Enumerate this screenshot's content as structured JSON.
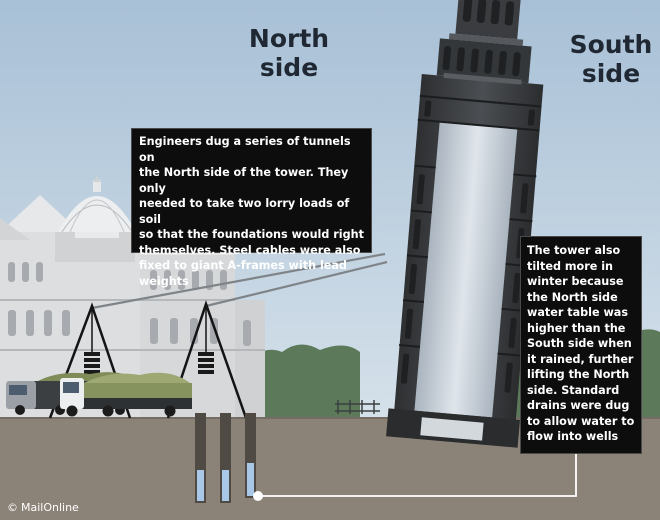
{
  "headings": {
    "north": [
      "North",
      "side"
    ],
    "south": [
      "South",
      "side"
    ]
  },
  "callouts": {
    "tunnels": "Engineers dug a series of tunnels on\nthe North side of the tower. They only\nneeded to take two lorry loads of soil\nso that the foundations would right\nthemselves.  Steel cables were also\nfixed to giant A-frames with lead\nweights",
    "water_table": "The tower also\ntilted more in\nwinter because\nthe North side\nwater table was\nhigher than the\nSouth side when\nit rained, further\nlifting the North\nside. Standard\ndrains were dug\nto allow water to\nflow into wells"
  },
  "credit": {
    "icon": "copyright-icon",
    "symbol": "©",
    "text": "MailOnline"
  },
  "colors": {
    "sky": "#b9cfe0",
    "ground": "#8c8378",
    "tower": "#3d3f42",
    "tower_core": "#c5ced8",
    "soil": "#8e9a68",
    "water": "#a9c8e8",
    "cathedral": "#e4e6e8",
    "callout_bg": "#0d0d0d"
  }
}
